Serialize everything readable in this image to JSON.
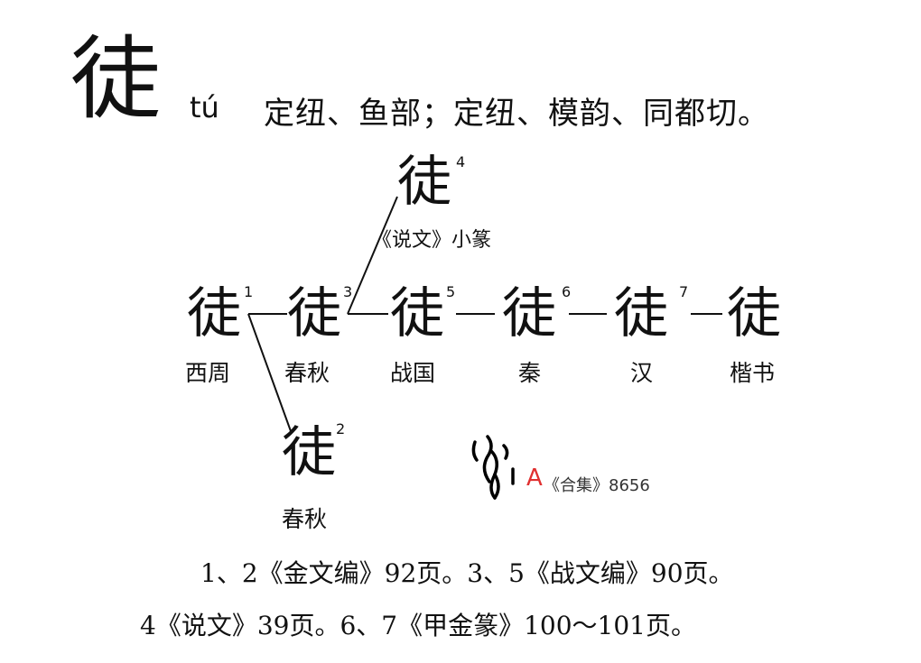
{
  "entry": {
    "character": "徒",
    "pinyin": "tú",
    "phonology": "定纽、鱼部；定纽、模韵、同都切。"
  },
  "forms": [
    {
      "id": "1",
      "glyph": "徒",
      "label": "西周"
    },
    {
      "id": "2",
      "glyph": "徒",
      "label": "春秋"
    },
    {
      "id": "3",
      "glyph": "徒",
      "label": "春秋"
    },
    {
      "id": "4",
      "glyph": "徒",
      "label": "《说文》小篆"
    },
    {
      "id": "5",
      "glyph": "徒",
      "label": "战国"
    },
    {
      "id": "6",
      "glyph": "徒",
      "label": "秦"
    },
    {
      "id": "7",
      "glyph": "徒",
      "label": "汉"
    },
    {
      "id": "8",
      "glyph": "徒",
      "label": "楷书"
    }
  ],
  "oracle": {
    "mark": "A",
    "source": "《合集》8656"
  },
  "sources": {
    "line1": "1、2《金文编》92页。3、5《战文编》90页。",
    "line2": "4《说文》39页。6、7《甲金篆》100～101页。"
  }
}
